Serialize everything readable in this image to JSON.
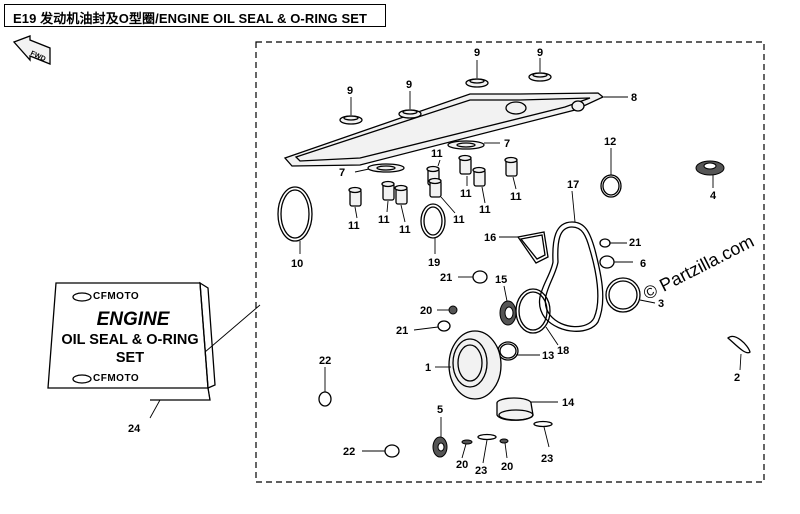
{
  "diagram": {
    "title": "E19 发动机油封及O型圈/ENGINE OIL SEAL & O-RING SET",
    "watermark": "© Partzilla.com",
    "direction_arrow": "FWD",
    "kit_sign": {
      "brand_top": "CFMOTO",
      "line1": "ENGINE",
      "line2": "OIL SEAL & O-RING",
      "line3": "SET",
      "brand_bottom": "CFMOTO"
    },
    "callouts": {
      "c9a": "9",
      "c9b": "9",
      "c9c": "9",
      "c9d": "9",
      "c8": "8",
      "c7a": "7",
      "c7b": "7",
      "c11a": "11",
      "c11b": "11",
      "c11c": "11",
      "c11d": "11",
      "c11e": "11",
      "c11f": "11",
      "c11g": "11",
      "c11h": "11",
      "c12": "12",
      "c4": "4",
      "c17": "17",
      "c16": "16",
      "c21a": "21",
      "c21b": "21",
      "c21c": "21",
      "c6": "6",
      "c10": "10",
      "c19": "19",
      "c15": "15",
      "c20a": "20",
      "c20b": "20",
      "c20c": "20",
      "c3": "3",
      "c18": "18",
      "c13": "13",
      "c1": "1",
      "c22a": "22",
      "c22b": "22",
      "c2": "2",
      "c14": "14",
      "c5": "5",
      "c23a": "23",
      "c23b": "23",
      "c24": "24"
    }
  }
}
